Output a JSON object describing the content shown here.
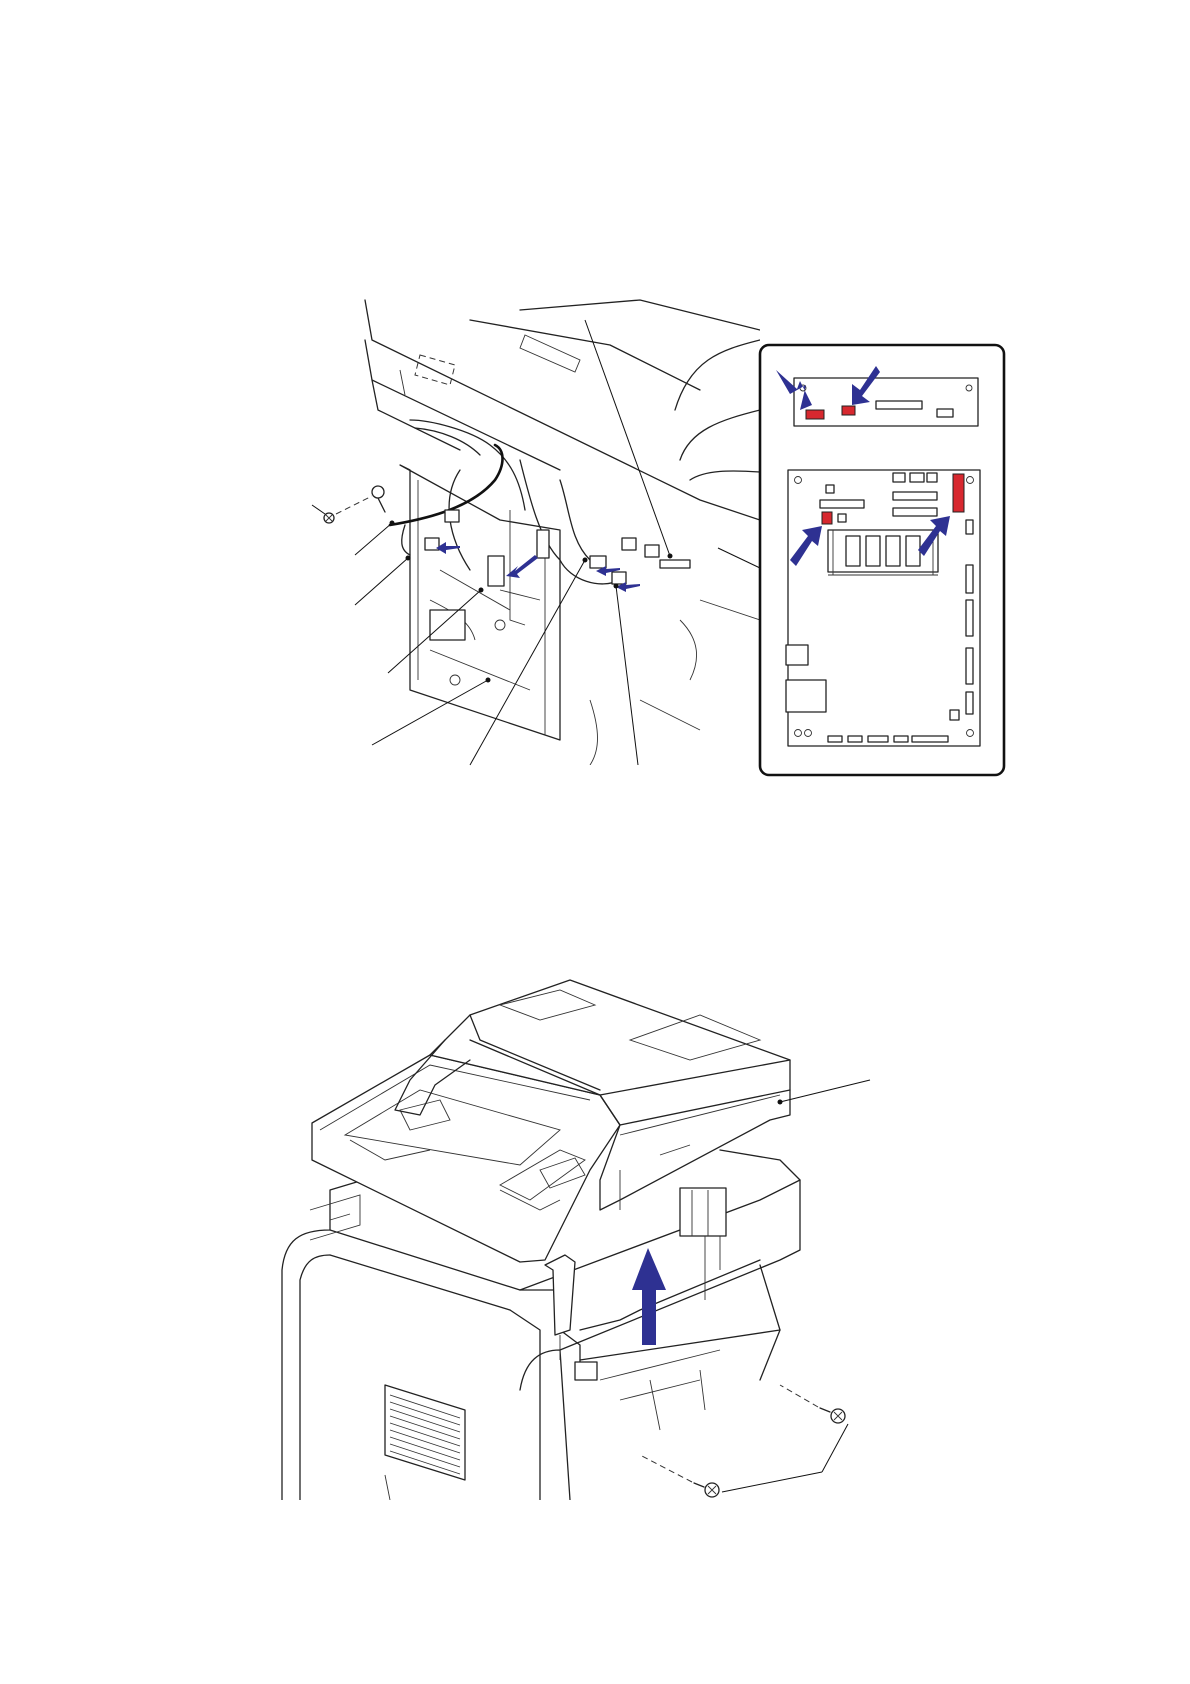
{
  "colors": {
    "line": "#222222",
    "arrow": "#2e3192",
    "connector_highlight": "#d7282f",
    "background": "#ffffff"
  },
  "figures": [
    {
      "id": "harness-disconnect",
      "callout": "pcb-inset"
    },
    {
      "id": "adf-removal",
      "arrow": "lift-up"
    }
  ]
}
